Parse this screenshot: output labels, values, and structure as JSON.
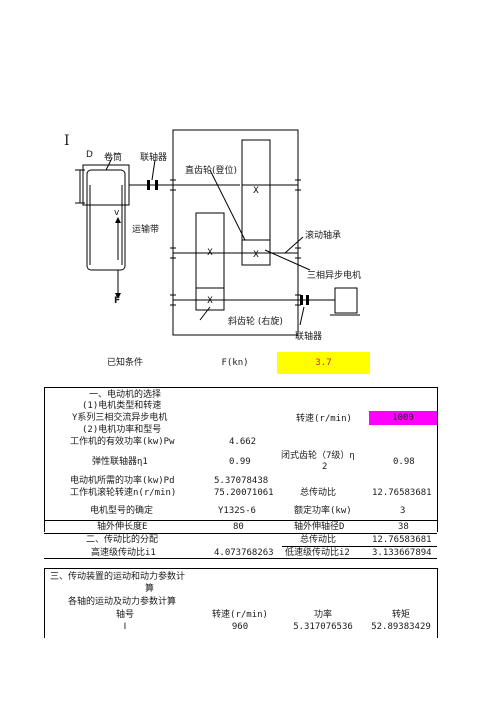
{
  "diagram": {
    "roman_one": "Ⅰ",
    "labels": {
      "d": "D",
      "drum": "卷筒",
      "coupling_top": "联轴器",
      "spur_gear": "直齿轮(登位)",
      "v": "v",
      "belt": "运输带",
      "bearing": "滚动轴承",
      "motor": "三相异步电机",
      "f": "F",
      "helical_gear": "斜齿轮 (右旋)",
      "coupling_bottom": "联轴器"
    }
  },
  "known": {
    "label": "已知条件",
    "f_label": "F(kn)",
    "f_value": "3.7"
  },
  "section1": {
    "title": "一、电动机的选择",
    "sub1": "(1)电机类型和转速",
    "type_line": "Y系列三相交流异步电机",
    "speed_label": "转速(r/min)",
    "speed_value": "1000",
    "sub2": "(2)电机功率和型号",
    "pw_label": "工作机的有效功率(kw)Pw",
    "pw_value": "4.662",
    "eta1_label": "弹性联轴器η1",
    "eta1_value": "0.99",
    "eta2_label_a": "闭式齿轮（7级）η",
    "eta2_label_b": "2",
    "eta2_value": "0.98",
    "pd_label": "电动机所需的功率(kw)Pd",
    "pd_value": "5.37078438",
    "nw_label": "工作机滚轮转速n(r/min)",
    "nw_value": "75.20071061",
    "total_ratio_label": "总传动比",
    "total_ratio_value": "12.76583681",
    "model_label": "电机型号的确定",
    "model_value": "Y132S-6",
    "rated_power_label": "额定功率(kw)",
    "rated_power_value": "3",
    "shaft_len_label": "轴外伸长度E",
    "shaft_len_value": "80",
    "shaft_dia_label": "轴外伸轴径D",
    "shaft_dia_value": "38"
  },
  "section2": {
    "title": "二、传动比的分配",
    "total_label": "总传动比",
    "total_value": "12.76583681",
    "i1_label": "高速级传动比i1",
    "i1_value": "4.073768263",
    "i2_label": "低速级传动比i2",
    "i2_value": "3.133667894"
  },
  "section3": {
    "title_a": "三、传动装置的运动和动力参数计",
    "title_b": "算",
    "subtitle": "各轴的运动及动力参数计算",
    "headers": [
      "轴号",
      "转速(r/min)",
      "功率",
      "转矩"
    ],
    "rows": [
      [
        "Ⅰ",
        "960",
        "5.317076536",
        "52.89383429"
      ]
    ]
  }
}
